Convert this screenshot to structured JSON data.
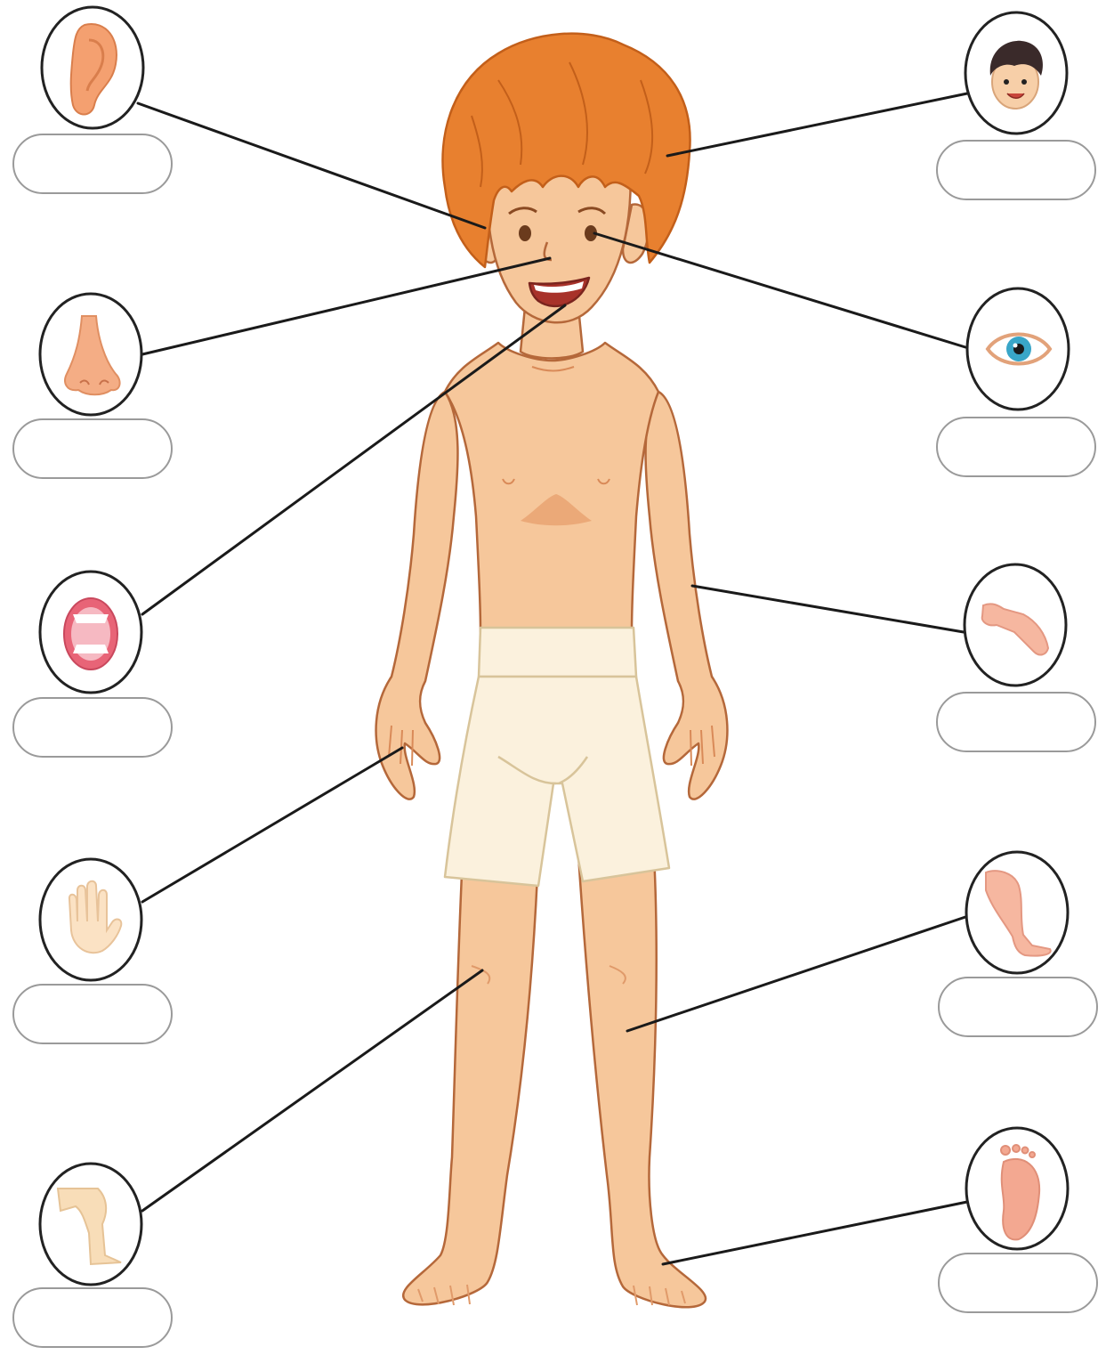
{
  "colors": {
    "skin": "#f6c79b",
    "skin_shade": "#eba978",
    "outline": "#b5683a",
    "hair": "#e8802f",
    "hair_dark": "#c35f1a",
    "shorts": "#fbf1dd",
    "shorts_outline": "#d8c49a",
    "connector": "#1a1a1a",
    "circle_outline": "#222222",
    "label_outline": "#9a9a9a"
  },
  "worksheet": {
    "items": [
      {
        "part": "ear",
        "icon": "ear-icon",
        "side": "left",
        "answer": ""
      },
      {
        "part": "nose",
        "icon": "nose-icon",
        "side": "left",
        "answer": ""
      },
      {
        "part": "mouth",
        "icon": "mouth-icon",
        "side": "left",
        "answer": ""
      },
      {
        "part": "hand",
        "icon": "hand-icon",
        "side": "left",
        "answer": ""
      },
      {
        "part": "knee",
        "icon": "knee-icon",
        "side": "left",
        "answer": ""
      },
      {
        "part": "hair",
        "icon": "hair-icon",
        "side": "right",
        "answer": ""
      },
      {
        "part": "eye",
        "icon": "eye-icon",
        "side": "right",
        "answer": ""
      },
      {
        "part": "arm",
        "icon": "arm-icon",
        "side": "right",
        "answer": ""
      },
      {
        "part": "leg",
        "icon": "leg-icon",
        "side": "right",
        "answer": ""
      },
      {
        "part": "foot",
        "icon": "foot-icon",
        "side": "right",
        "answer": ""
      }
    ]
  }
}
